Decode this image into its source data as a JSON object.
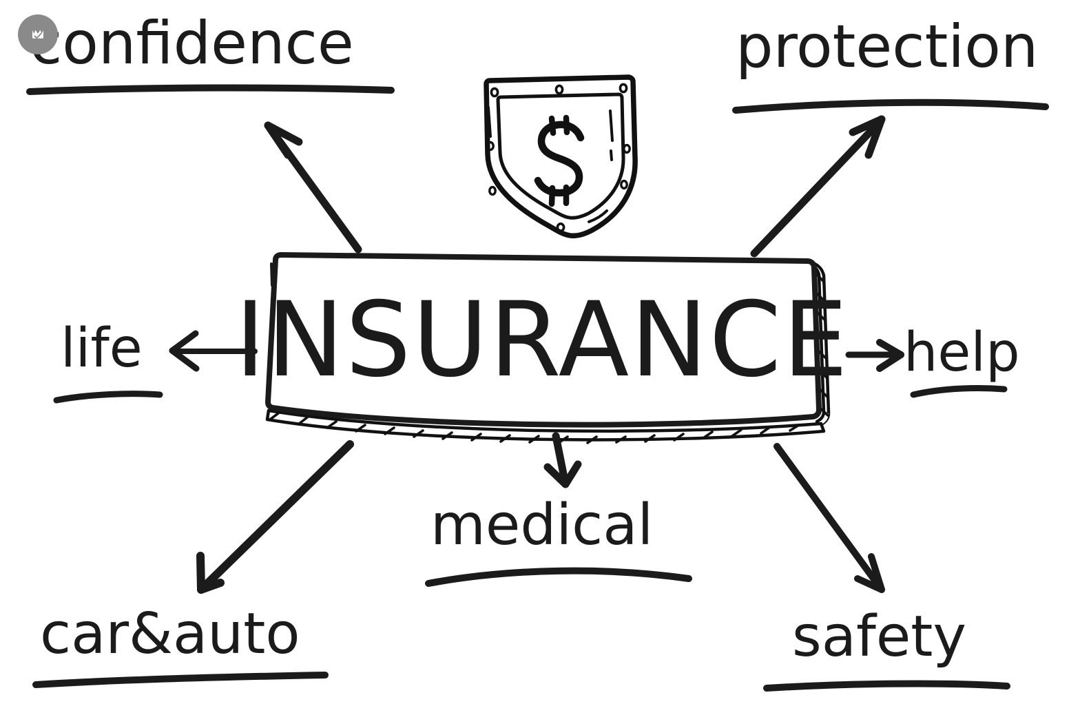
{
  "diagram": {
    "type": "mind-map",
    "style": "hand-drawn doodle, black ink on white",
    "background_color": "#ffffff",
    "ink_color": "#1b1b1b",
    "center": {
      "label": "INSURANCE",
      "shape": "3d-box-with-hatched-shadow"
    },
    "icon": {
      "name": "shield-dollar-icon",
      "symbol": "$",
      "description": "hand-drawn riveted shield containing a dollar sign"
    },
    "branches": [
      {
        "id": "confidence",
        "label": "confidence",
        "position": "top-left",
        "arrow": "up-left",
        "underline": "straight"
      },
      {
        "id": "protection",
        "label": "protection",
        "position": "top-right",
        "arrow": "up-right",
        "underline": "curved"
      },
      {
        "id": "life",
        "label": "life",
        "position": "middle-left",
        "arrow": "left",
        "underline": "curved"
      },
      {
        "id": "help",
        "label": "help",
        "position": "middle-right",
        "arrow": "right",
        "underline": "curved"
      },
      {
        "id": "car-auto",
        "label": "car&auto",
        "position": "bottom-left",
        "arrow": "down-left",
        "underline": "straight"
      },
      {
        "id": "medical",
        "label": "medical",
        "position": "bottom-center",
        "arrow": "down",
        "underline": "curved"
      },
      {
        "id": "safety",
        "label": "safety",
        "position": "bottom-right",
        "arrow": "down-right",
        "underline": "straight"
      }
    ]
  },
  "watermark": {
    "name": "freepik-crown-badge",
    "color": "#8a8a8a"
  }
}
